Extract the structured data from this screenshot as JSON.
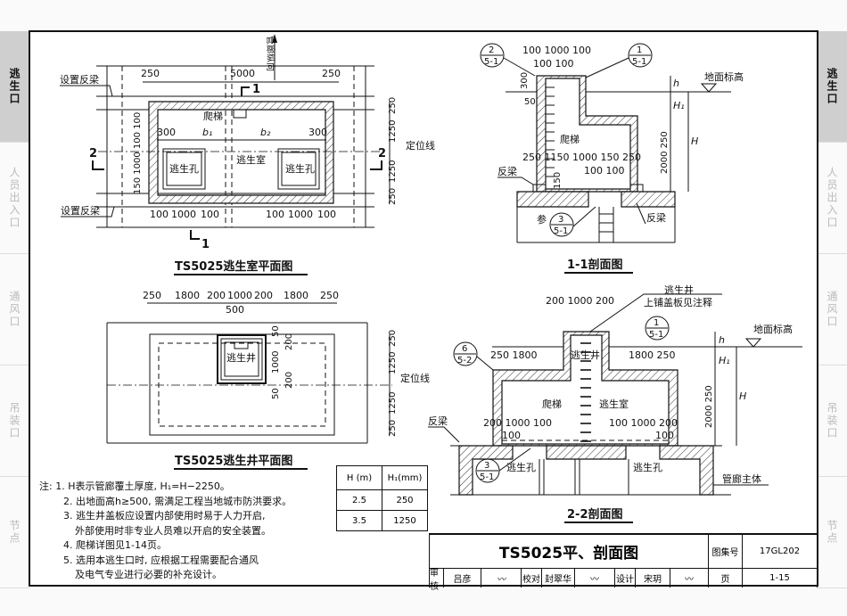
{
  "sidebar": {
    "items": [
      "逃生口",
      "人员出入口",
      "通风口",
      "吊装口",
      "节点"
    ],
    "active": "逃生口"
  },
  "plan1": {
    "title": "TS5025逃生室平面图",
    "beam_label": "设置反梁",
    "ladder": "爬梯",
    "room": "逃生室",
    "hole": "逃生孔",
    "axis_line": "定位线",
    "direction": "管廊纵向",
    "sec1": "1",
    "sec2": "2",
    "dims_top": [
      "250",
      "5000",
      "250"
    ],
    "dims_right": [
      "250",
      "1250",
      "1250",
      "250"
    ],
    "dims_hole": [
      "300",
      "b₁",
      "b₂",
      "300"
    ],
    "dims_bottom": [
      "100",
      "1000",
      "100"
    ],
    "dims_left": "150 1000 100 100"
  },
  "plan2": {
    "title": "TS5025逃生井平面图",
    "shaft": "逃生井",
    "axis_line": "定位线",
    "dims_top": [
      "250",
      "1800",
      "200",
      "1000",
      "200",
      "1800",
      "250"
    ],
    "dim_500": "500",
    "dims_right": [
      "250",
      "1250",
      "1250",
      "250"
    ],
    "dims_shaft": [
      "50",
      "200",
      "1000",
      "200",
      "50"
    ]
  },
  "sec11": {
    "title": "1-1剖面图",
    "dims_top": "100  1000  100",
    "dims_top2": "100      100",
    "ref_a": [
      "2",
      "5-1"
    ],
    "ref_b": [
      "1",
      "5-1"
    ],
    "ref_c": [
      "3",
      "5-1"
    ],
    "ref_prefix": "参",
    "ground": "地面标高",
    "d300": "300",
    "d50": "50",
    "d150": "150",
    "ladder": "爬梯",
    "dims_mid": "250  1150    1000  150 250",
    "dims_mid2": "100         100",
    "beam": "反梁",
    "h": "h",
    "H1": "H₁",
    "H": "H",
    "vdim": "2000  250"
  },
  "sec22": {
    "title": "2-2剖面图",
    "dims_top": "200  1000  200",
    "shaft_note1": "逃生井",
    "shaft_note2": "上铺盖板见注释",
    "ref_a": [
      "1",
      "5-1"
    ],
    "ref_b": [
      "6",
      "5-2"
    ],
    "ref_c": [
      "3",
      "5-1"
    ],
    "ground": "地面标高",
    "dims_l": "250  1800",
    "dims_r": "1800  250",
    "shaft": "逃生井",
    "ladder": "爬梯",
    "room": "逃生室",
    "dims_bl": "200  1000 100",
    "dims_br": "100 1000  200",
    "d100": "100",
    "beam": "反梁",
    "hole": "逃生孔",
    "gallery": "管廊主体",
    "h": "h",
    "H1": "H₁",
    "H": "H",
    "vdim": "2000  250"
  },
  "h_table": {
    "headers": [
      "H (m)",
      "H₁(mm)"
    ],
    "rows": [
      [
        "2.5",
        "250"
      ],
      [
        "3.5",
        "1250"
      ]
    ]
  },
  "notes": [
    "注: 1. H表示管廊覆土厚度, H₁=H−2250。",
    "2. 出地面高h≥500, 需满足工程当地城市防洪要求。",
    "3. 逃生井盖板应设置内部使用时易于人力开启,",
    "外部使用时非专业人员难以开启的安全装置。",
    "4. 爬梯详图见1-14页。",
    "5. 选用本逃生口时, 应根据工程需要配合通风",
    "及电气专业进行必要的补充设计。"
  ],
  "title_block": {
    "title": "TS5025平、剖面图",
    "atlas_label": "图集号",
    "atlas_no": "17GL202",
    "page_label": "页",
    "page_no": "1-15",
    "review_label": "审核",
    "reviewer": "吕彦",
    "check_label": "校对",
    "checker": "封翠华",
    "design_label": "设计",
    "designer": "宋玥"
  }
}
